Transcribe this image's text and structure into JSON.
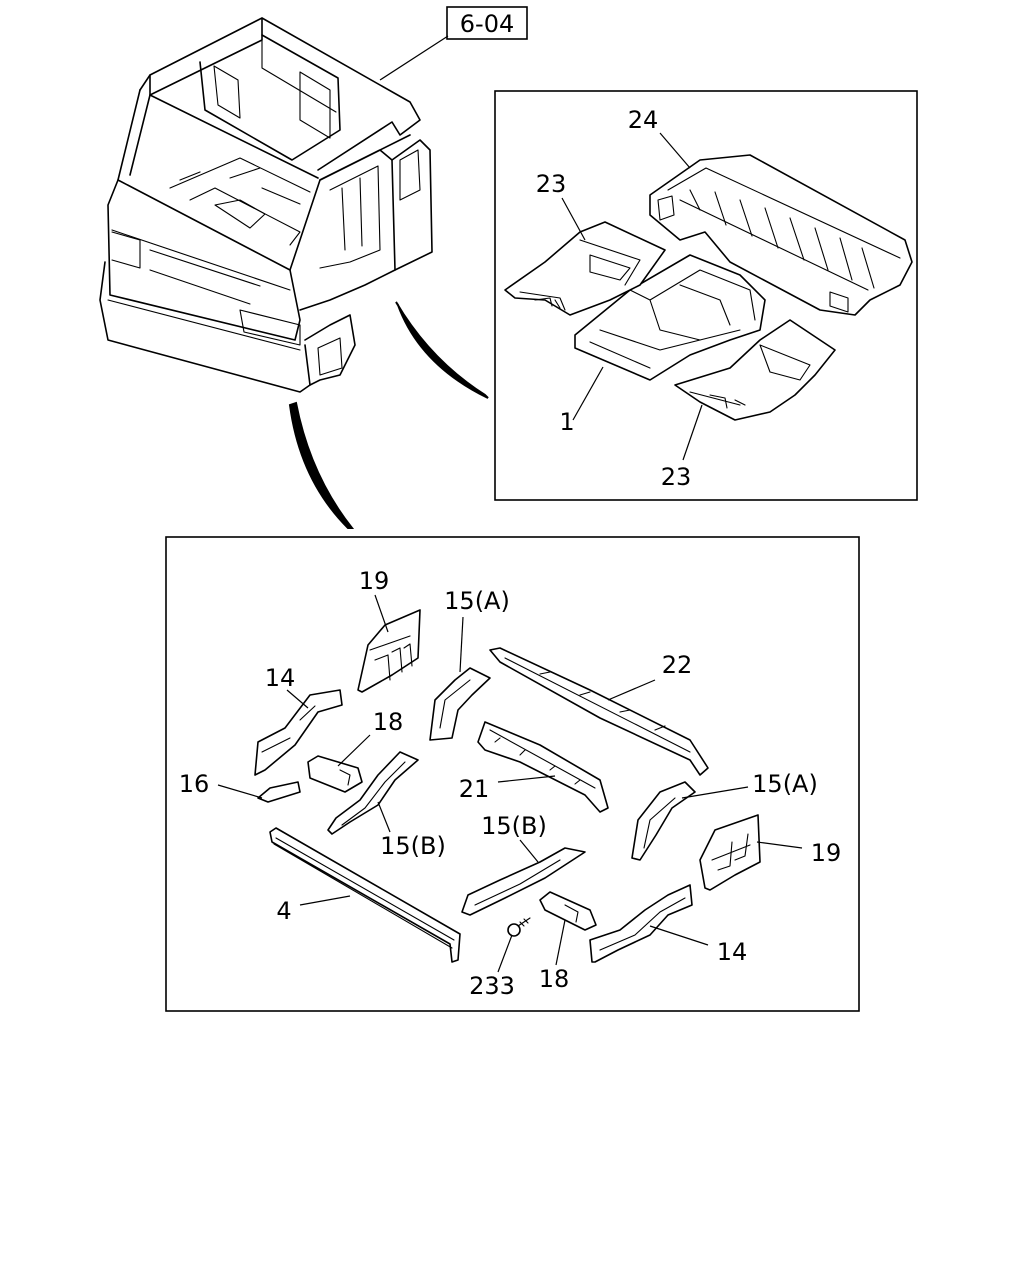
{
  "reference_box": "6-04",
  "callouts": {
    "floor_main": "1",
    "floor_side_upper": "23",
    "floor_side_lower": "23",
    "rear_panel": "24",
    "bracket_19_left": "19",
    "bracket_19_right": "19",
    "member_15a_left": "15(A)",
    "member_15a_right": "15(A)",
    "member_22": "22",
    "member_14_left": "14",
    "member_14_right": "14",
    "bracket_18_left": "18",
    "bracket_18_right": "18",
    "bracket_16": "16",
    "member_15b_left": "15(B)",
    "member_15b_right": "15(B)",
    "member_21": "21",
    "sill_4": "4",
    "screw_233": "233"
  }
}
